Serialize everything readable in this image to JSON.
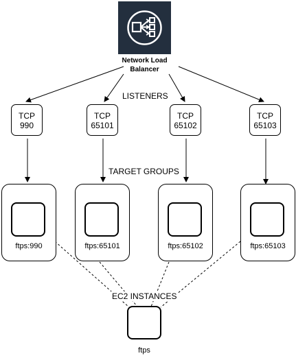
{
  "load_balancer": {
    "label_line1": "Network Load",
    "label_line2": "Balancer",
    "icon": "network-load-balancer-icon",
    "icon_bg": "#232f3e"
  },
  "headings": {
    "listeners": "LISTENERS",
    "target_groups": "TARGET GROUPS",
    "ec2_instances": "EC2 INSTANCES"
  },
  "listeners": [
    {
      "protocol": "TCP",
      "port": "990"
    },
    {
      "protocol": "TCP",
      "port": "65101"
    },
    {
      "protocol": "TCP",
      "port": "65102"
    },
    {
      "protocol": "TCP",
      "port": "65103"
    }
  ],
  "target_groups": [
    {
      "label": "ftps:990"
    },
    {
      "label": "ftps:65101"
    },
    {
      "label": "ftps:65102"
    },
    {
      "label": "ftps:65103"
    }
  ],
  "instance": {
    "label": "ftps"
  }
}
